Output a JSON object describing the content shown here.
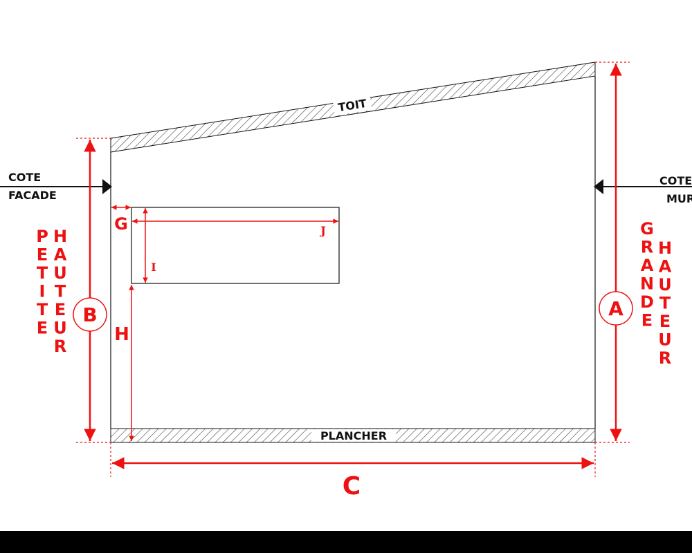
{
  "labels": {
    "roof": "TOIT",
    "floor": "PLANCHER",
    "side_left_1": "COTE",
    "side_left_2": "FACADE",
    "side_right_1": "COTE",
    "side_right_2": "MUR",
    "dim_a": "A",
    "dim_b": "B",
    "dim_c": "C",
    "dim_g": "G",
    "dim_h": "H",
    "dim_i": "I",
    "dim_j": "J",
    "left_height_col1": [
      "P",
      "E",
      "T",
      "I",
      "T",
      "E"
    ],
    "left_height_col2": [
      "H",
      "A",
      "U",
      "T",
      "E",
      "U",
      "R"
    ],
    "right_height_col1": [
      "G",
      "R",
      "A",
      "N",
      "D",
      "E"
    ],
    "right_height_col2": [
      "H",
      "A",
      "U",
      "T",
      "E",
      "U",
      "R"
    ]
  },
  "colors": {
    "dimension": "#ee1111",
    "outline": "#111111",
    "bottom_bar": "#000000",
    "background": "#ffffff"
  }
}
